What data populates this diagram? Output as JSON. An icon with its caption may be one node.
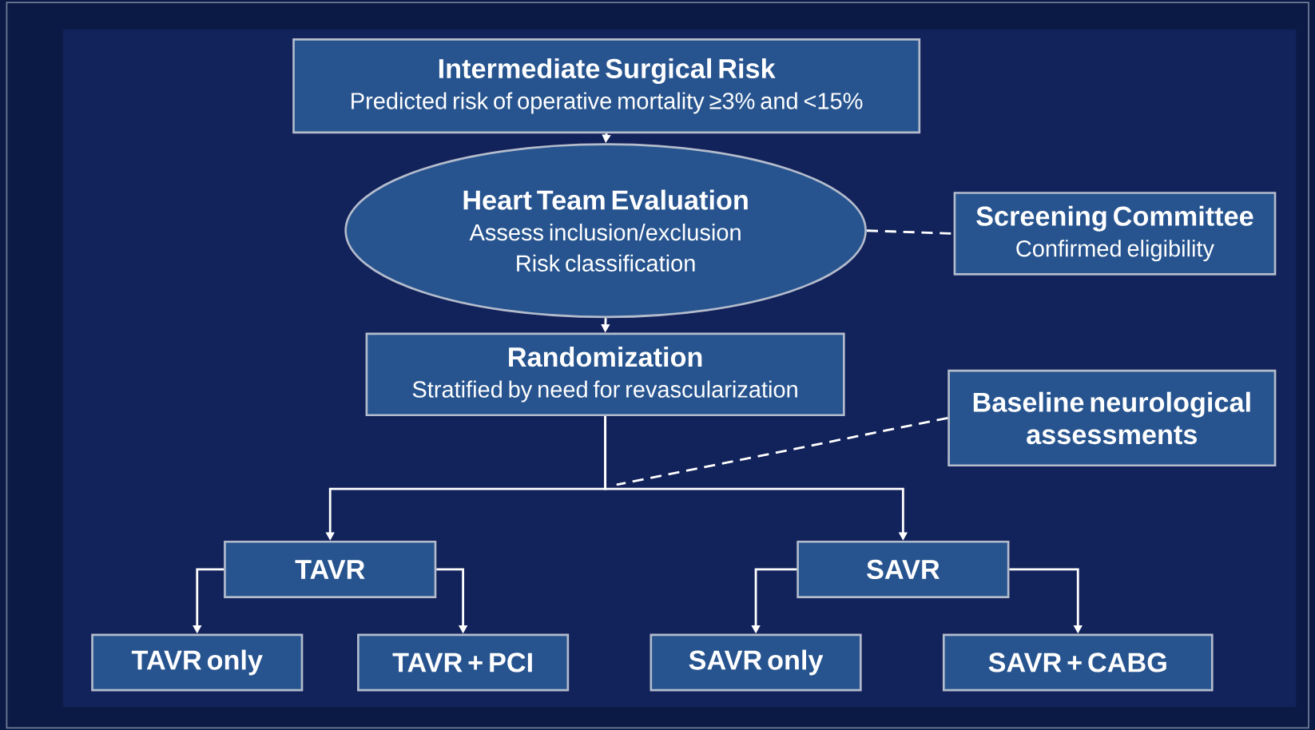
{
  "diagram": {
    "nodes": [
      {
        "text": [
          "Intermediate Surgical Risk",
          "Predicted risk of operative mortality ≥3% and <15%"
        ]
      },
      {
        "text": [
          "Heart Team Evaluation",
          "Assess inclusion/exclusion",
          "Risk classification"
        ]
      },
      {
        "text": [
          "Screening Committee",
          "Confirmed eligibility"
        ]
      },
      {
        "text": [
          "Randomization",
          "Stratified by need for revascularization"
        ]
      },
      {
        "text": [
          "Baseline neurological assessments"
        ]
      },
      {
        "text": [
          "TAVR"
        ]
      },
      {
        "text": [
          "SAVR"
        ]
      },
      {
        "text": [
          "TAVR only"
        ]
      },
      {
        "text": [
          "TAVR + PCI"
        ]
      },
      {
        "text": [
          "SAVR only"
        ]
      },
      {
        "text": [
          "SAVR + CABG"
        ]
      }
    ],
    "edges": [
      {
        "from": 0,
        "to": 1,
        "arrow": "to"
      },
      {
        "from": 1,
        "to": 2,
        "arrow": "none",
        "style": "dashed"
      },
      {
        "from": 1,
        "to": 3,
        "arrow": "to"
      },
      {
        "from": 3,
        "to": 5,
        "arrow": "to"
      },
      {
        "from": 3,
        "to": 6,
        "arrow": "to"
      },
      {
        "from": 4,
        "to": null,
        "arrow": "none",
        "style": "dashed"
      },
      {
        "from": 5,
        "to": 7,
        "arrow": "to"
      },
      {
        "from": 5,
        "to": 8,
        "arrow": "to"
      },
      {
        "from": 6,
        "to": 9,
        "arrow": "to"
      },
      {
        "from": 6,
        "to": 10,
        "arrow": "to"
      }
    ]
  }
}
